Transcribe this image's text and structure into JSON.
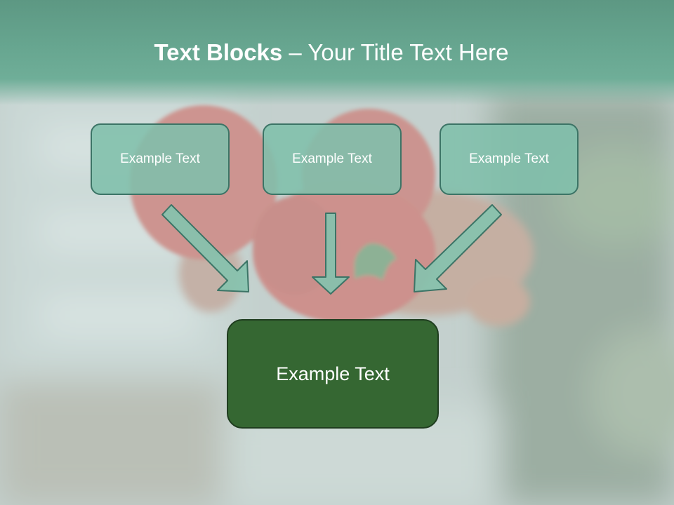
{
  "slide": {
    "title_bold": "Text Blocks",
    "title_separator": " – ",
    "title_regular": "Your Title Text Here"
  },
  "diagram": {
    "top_boxes": [
      {
        "label": "Example Text"
      },
      {
        "label": "Example Text"
      },
      {
        "label": "Example Text"
      }
    ],
    "bottom_box": {
      "label": "Example Text"
    },
    "arrows_count": 3
  },
  "colors": {
    "title_band": "#67a690",
    "top_box_fill": "#80bfab",
    "top_box_border": "#3c7466",
    "bottom_box_fill": "#356732",
    "bottom_box_border": "#1f3d1f",
    "arrow_fill": "#86c2ae",
    "arrow_stroke": "#3c7466",
    "text": "#ffffff"
  }
}
